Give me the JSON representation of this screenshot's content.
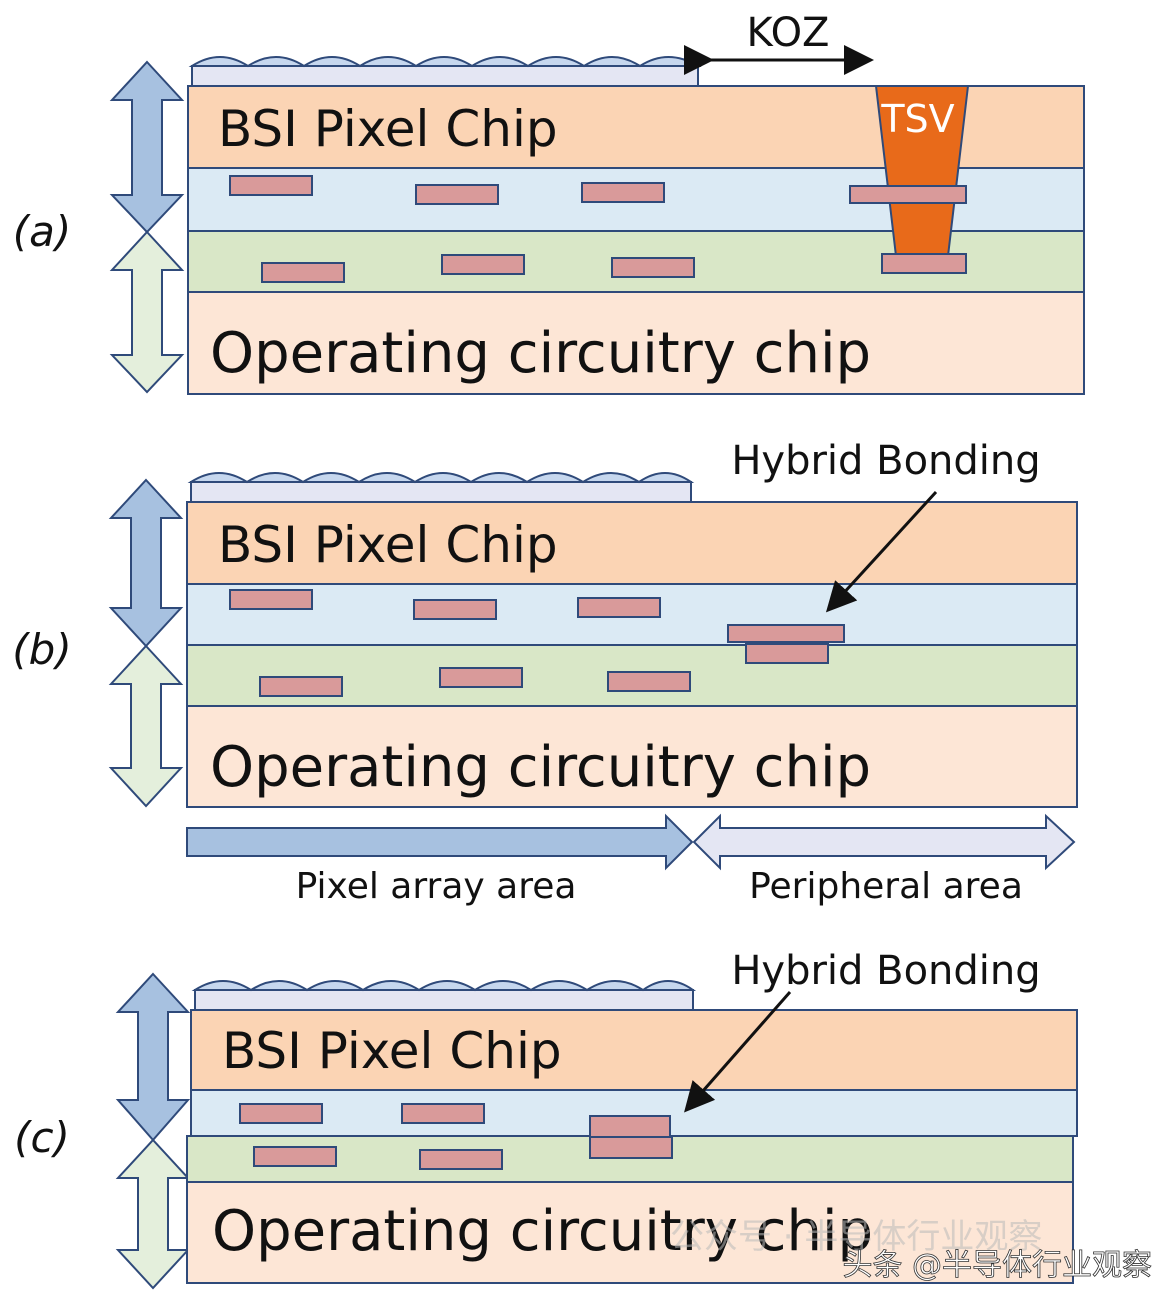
{
  "panels": [
    {
      "id": "a",
      "label": "(a)",
      "pixel_chip": "BSI Pixel Chip",
      "circuit_chip": "Operating circuitry chip",
      "koz": "KOZ",
      "tsv": "TSV"
    },
    {
      "id": "b",
      "label": "(b)",
      "pixel_chip": "BSI Pixel Chip",
      "circuit_chip": "Operating circuitry chip",
      "hybrid_bonding": "Hybrid Bonding",
      "pixel_array_area": "Pixel array area",
      "peripheral_area": "Peripheral area"
    },
    {
      "id": "c",
      "label": "(c)",
      "pixel_chip": "BSI Pixel Chip",
      "circuit_chip": "Operating circuitry chip",
      "hybrid_bonding": "Hybrid Bonding"
    }
  ],
  "watermarks": {
    "faint": "公众号 · 半导体行业观察",
    "source": "头条 @半导体行业观察"
  },
  "colors": {
    "pixel_chip": "#fbd4b4",
    "oxide_top": "#dbeaf4",
    "oxide_bottom": "#d9e7c7",
    "circuit_chip": "#fde6d6",
    "pad": "#d99a9a",
    "tsv": "#e86a1a",
    "arrow_blue": "#a7c1e0",
    "arrow_green": "#e4efdc",
    "microlens": "#c6d7ee",
    "outline": "#2f4a7a"
  }
}
